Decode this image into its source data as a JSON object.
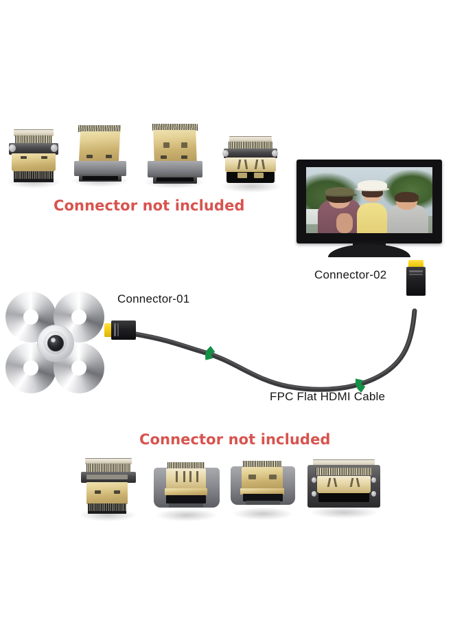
{
  "page": {
    "title": "FPC Flat HDMI Cable connection diagram",
    "background_color": "#ffffff"
  },
  "colors": {
    "warning_red": "#d8534e",
    "label_black": "#161616",
    "cable_dark": "#3a3a3c",
    "clip_green": "#149146",
    "plug_gold": "#f4cf17"
  },
  "notices": {
    "top": "Connector not included",
    "bottom": "Connector not included"
  },
  "labels": {
    "connector_01": "Connector-01",
    "connector_02": "Connector-02",
    "cable": "FPC Flat HDMI Cable"
  },
  "devices": {
    "drone": {
      "name": "quadcopter-drone",
      "propeller_count": 4,
      "has_camera": true
    },
    "tv": {
      "name": "flat-screen-tv",
      "screen_content": "family photo: woman in olive hat, girl in white hat and yellow shirt, man in grey shirt, outdoor greenery"
    }
  },
  "cable": {
    "name": "FPC Flat HDMI Cable",
    "clip_count": 2,
    "end_01": "Connector-01",
    "end_02": "Connector-02"
  },
  "connectors_top": [
    {
      "id": "top-1",
      "type": "straight-hdmi-male-fpc",
      "orientation": "straight"
    },
    {
      "id": "top-2",
      "type": "right-angle-hdmi-male-up",
      "orientation": "right-angle-up"
    },
    {
      "id": "top-3",
      "type": "right-angle-hdmi-male-down",
      "orientation": "right-angle-down"
    },
    {
      "id": "top-4",
      "type": "hdmi-female-socket-fpc",
      "orientation": "straight"
    }
  ],
  "connectors_bottom": [
    {
      "id": "bottom-1",
      "type": "straight-hdmi-male-fpc-tall",
      "orientation": "straight"
    },
    {
      "id": "bottom-2",
      "type": "right-angle-hdmi-male-left",
      "orientation": "right-angle-left"
    },
    {
      "id": "bottom-3",
      "type": "right-angle-hdmi-male-right",
      "orientation": "right-angle-right"
    },
    {
      "id": "bottom-4",
      "type": "hdmi-female-socket-flat",
      "orientation": "flat"
    }
  ]
}
